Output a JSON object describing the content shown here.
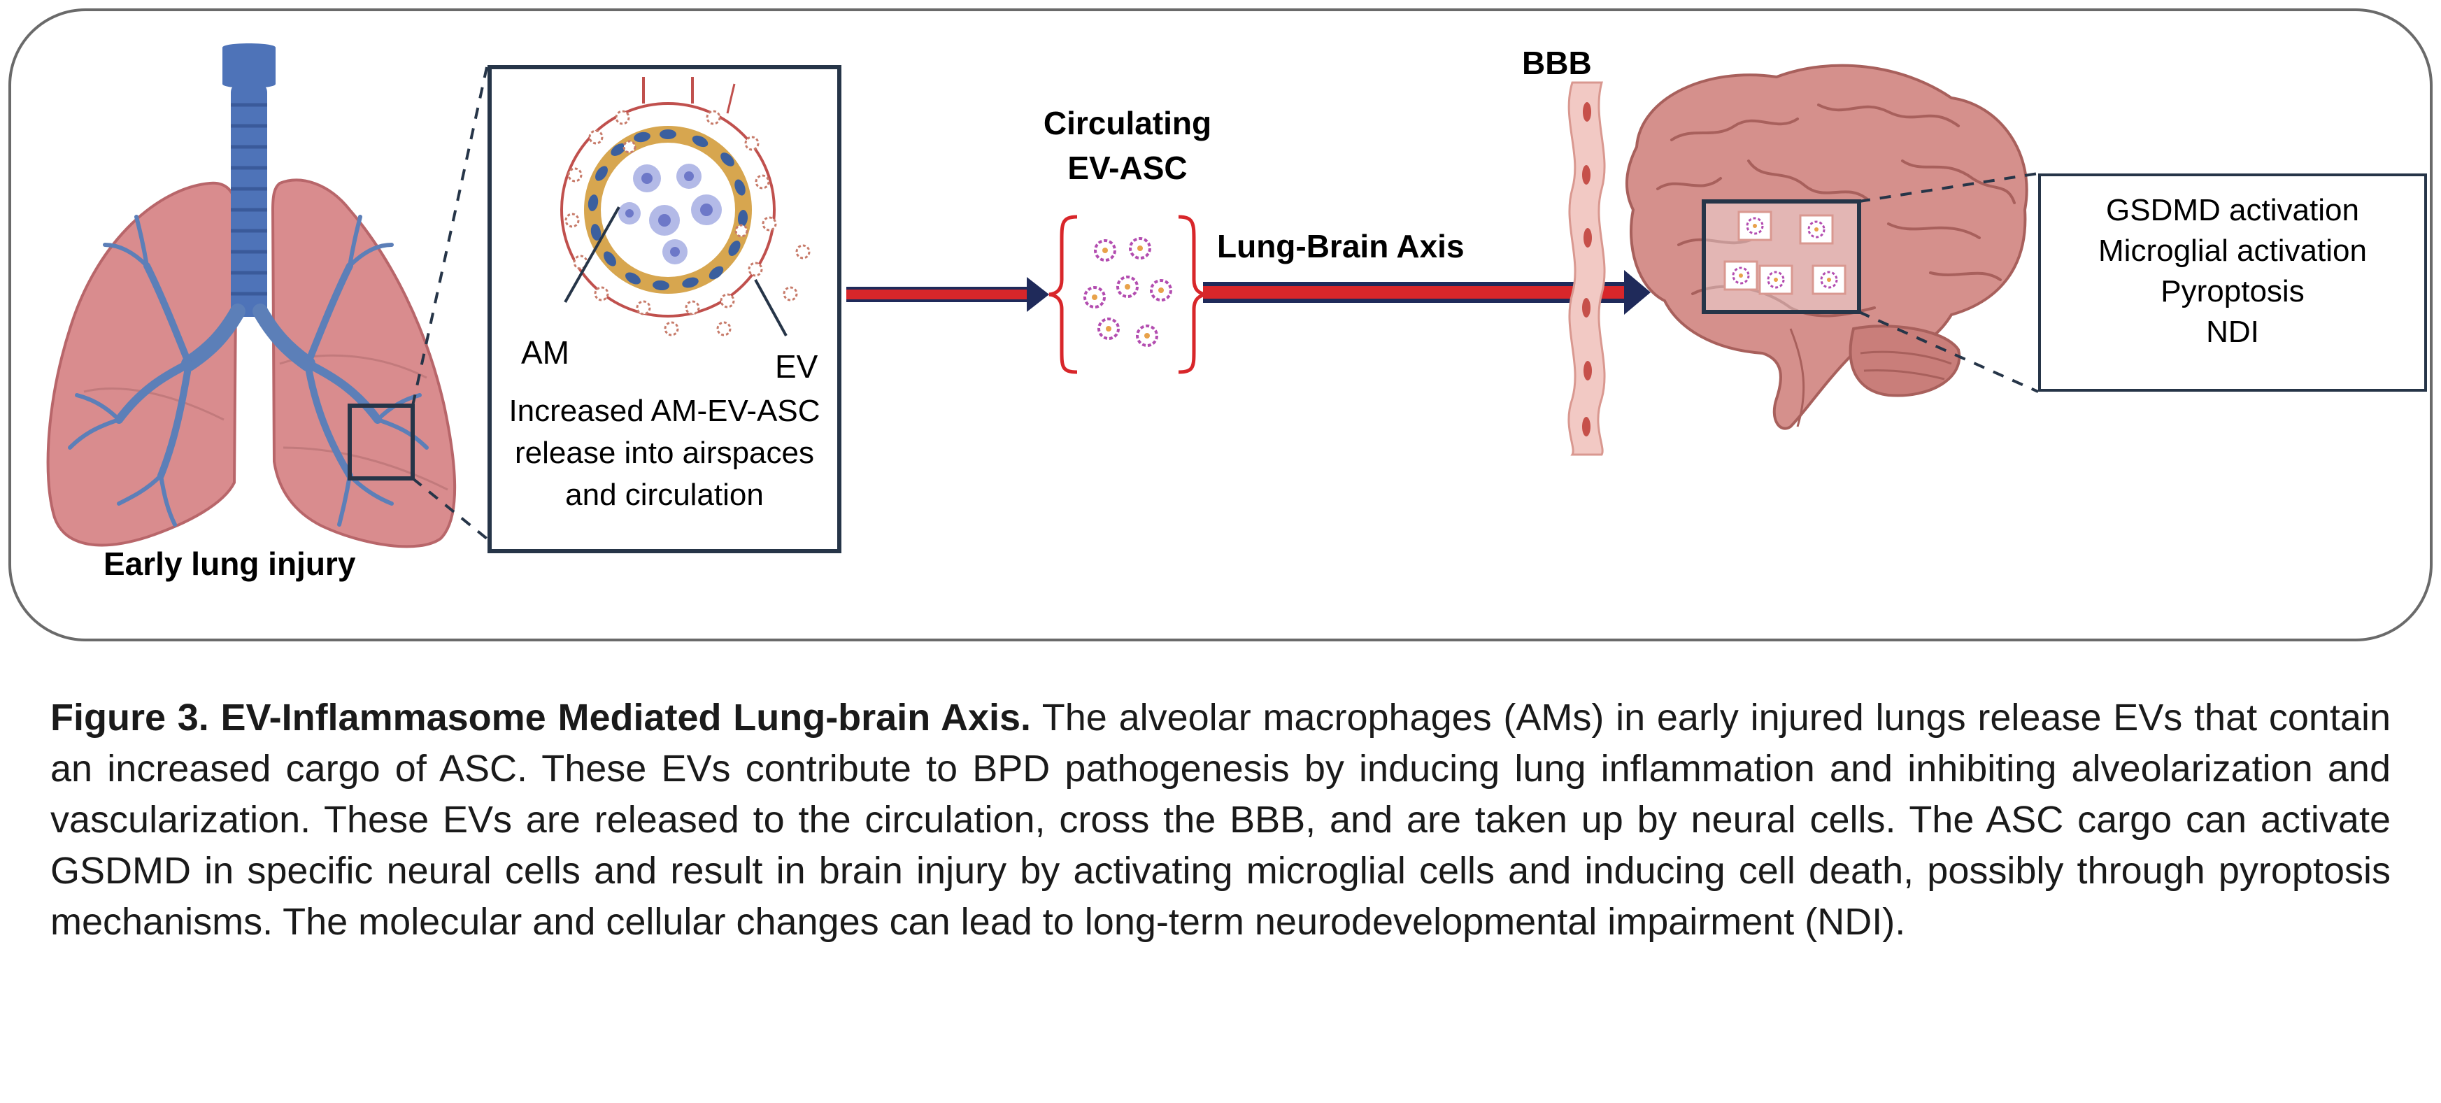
{
  "diagram": {
    "labels": {
      "early_lung_injury": "Early lung injury",
      "am": "AM",
      "ev": "EV",
      "inset_description": "Increased AM-EV-ASC release into airspaces and circulation",
      "circulating_line1": "Circulating",
      "circulating_line2": "EV-ASC",
      "lung_brain_axis": "Lung-Brain Axis",
      "bbb": "BBB"
    },
    "outcomes": [
      "GSDMD activation",
      "Microglial activation",
      "Pyroptosis",
      "NDI"
    ],
    "colors": {
      "lung": "#d98c8e",
      "lung_dark": "#b8666a",
      "trachea": "#4e73b8",
      "bronchi": "#5c7fb8",
      "box_border": "#263548",
      "arrow_red": "#d8262a",
      "arrow_navy": "#1f2a5a",
      "brain": "#d5908c",
      "brain_dark": "#a8605c",
      "bbb_wall": "#f2c9c4",
      "frame": "#6a6a6a"
    }
  },
  "caption": {
    "title": "Figure 3. EV-Inflammasome Mediated Lung-brain Axis.",
    "body": " The alveolar macrophages (AMs) in early injured lungs release EVs that contain an increased cargo of ASC. These EVs contribute to BPD pathogenesis by inducing lung inflammation and inhibiting alveolarization and vascularization. These EVs are released to the circulation, cross the BBB, and are taken up by neural cells. The ASC cargo can activate GSDMD in specific neural cells and result in brain injury by activating microglial cells and inducing cell death, possibly through pyroptosis mechanisms. The molecular and cellular changes can lead to long-term neurodevelopmental impairment (NDI)."
  }
}
